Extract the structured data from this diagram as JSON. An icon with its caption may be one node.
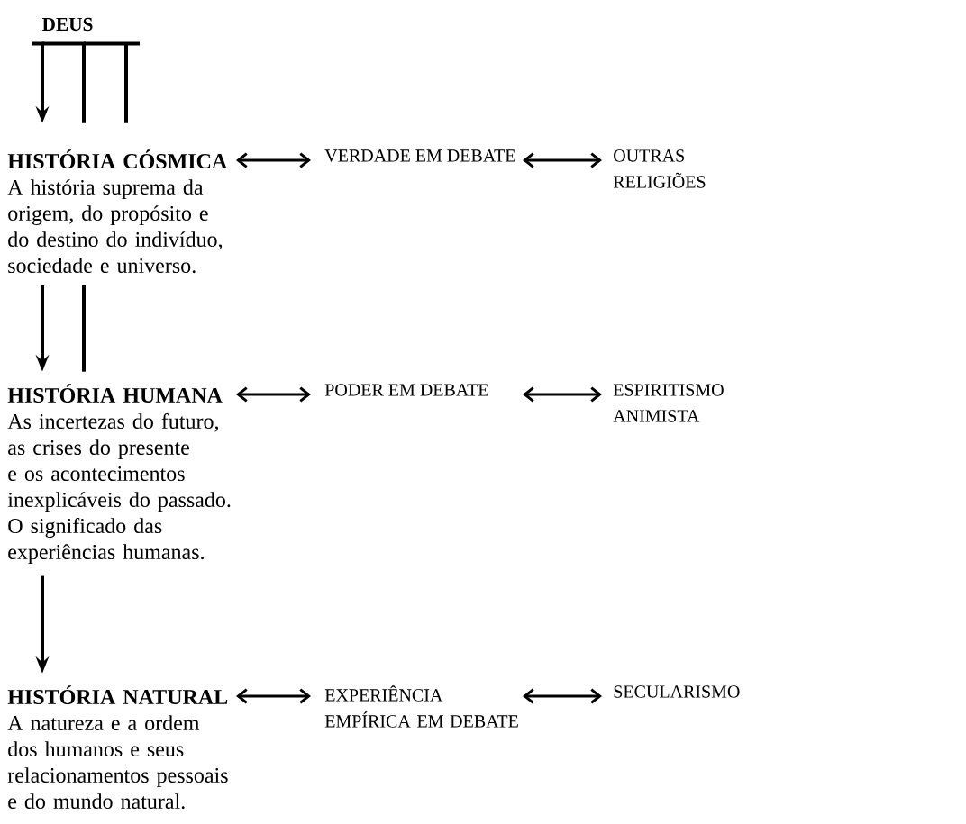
{
  "diagram": {
    "nodes": [
      {
        "text": [
          "DEUS"
        ]
      },
      {
        "text": [
          "HISTÓRIA CÓSMICA",
          "A história suprema da origem, do propósito e do destino do indivíduo, sociedade e universo."
        ]
      },
      {
        "text": [
          "VERDADE EM DEBATE"
        ]
      },
      {
        "text": [
          "OUTRAS RELIGIÕES"
        ]
      },
      {
        "text": [
          "HISTÓRIA HUMANA",
          "As incertezas do futuro, as crises do presente e os acontecimentos inexplicáveis do passado. O significado das experiências humanas."
        ]
      },
      {
        "text": [
          "PODER EM DEBATE"
        ]
      },
      {
        "text": [
          "ESPIRITISMO ANIMISTA"
        ]
      },
      {
        "text": [
          "HISTÓRIA NATURAL",
          "A natureza e a ordem dos humanos e seus relacionamentos pessoais e do mundo natural."
        ]
      },
      {
        "text": [
          "EXPERIÊNCIA EMPÍRICA EM DEBATE"
        ]
      },
      {
        "text": [
          "SECULARISMO"
        ]
      }
    ],
    "edges": [
      {
        "from": 0,
        "to": 1,
        "arrow": "to"
      },
      {
        "from": 0,
        "to": 1,
        "arrow": "none"
      },
      {
        "from": 0,
        "to": 1,
        "arrow": "none"
      },
      {
        "from": 1,
        "to": 4,
        "arrow": "to"
      },
      {
        "from": 1,
        "to": 4,
        "arrow": "none"
      },
      {
        "from": 4,
        "to": 7,
        "arrow": "to"
      },
      {
        "from": 1,
        "to": 2,
        "arrow": "both"
      },
      {
        "from": 2,
        "to": 3,
        "arrow": "both"
      },
      {
        "from": 4,
        "to": 5,
        "arrow": "both"
      },
      {
        "from": 5,
        "to": 6,
        "arrow": "both"
      },
      {
        "from": 7,
        "to": 8,
        "arrow": "both"
      },
      {
        "from": 8,
        "to": 9,
        "arrow": "both"
      }
    ]
  }
}
